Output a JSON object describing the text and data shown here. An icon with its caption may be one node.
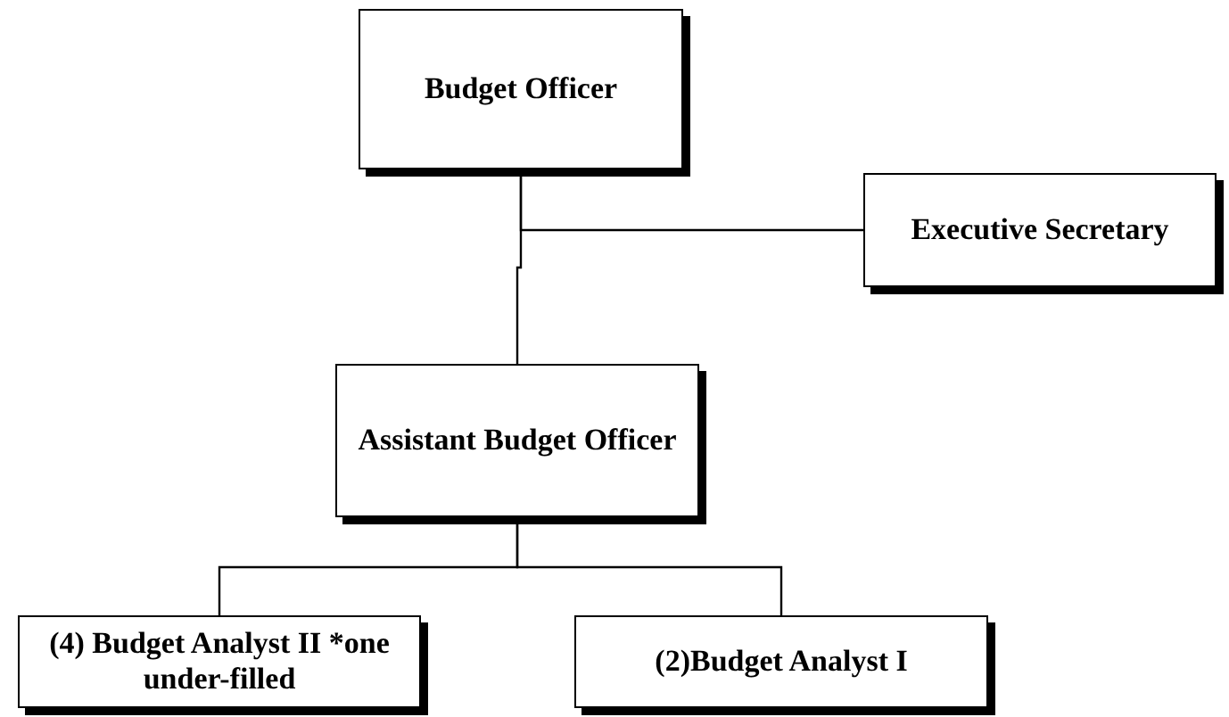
{
  "diagram": {
    "nodes": [
      {
        "text": [
          "Budget Officer"
        ]
      },
      {
        "text": [
          "Executive Secretary"
        ]
      },
      {
        "text": [
          "Assistant Budget Officer"
        ]
      },
      {
        "text": [
          "(4) Budget Analyst II *one under-filled"
        ]
      },
      {
        "text": [
          "(2)Budget Analyst I"
        ]
      }
    ],
    "edges": [
      {
        "from": 0,
        "to": 2,
        "arrow": "none"
      },
      {
        "from": 0,
        "to": 1,
        "arrow": "none"
      },
      {
        "from": 2,
        "to": 3,
        "arrow": "none"
      },
      {
        "from": 2,
        "to": 4,
        "arrow": "none"
      }
    ]
  }
}
